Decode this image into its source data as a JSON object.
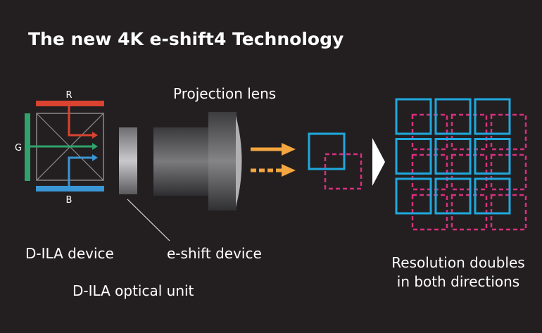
{
  "title": "The new 4K e-shift4 Technology",
  "labels": {
    "r": "R",
    "g": "G",
    "b": "B",
    "projection_lens": "Projection lens",
    "dila_device": "D-ILA device",
    "eshift_device": "e-shift device",
    "optical_unit": "D-ILA optical unit",
    "resolution_line1": "Resolution doubles",
    "resolution_line2": "in both directions"
  },
  "colors": {
    "background": "#231f20",
    "red": "#d9432f",
    "green": "#2fa36b",
    "blue": "#3a96d4",
    "pixel_blue": "#1fa8de",
    "pixel_pink": "#d6307f",
    "arrow_yellow": "#f4a640"
  }
}
